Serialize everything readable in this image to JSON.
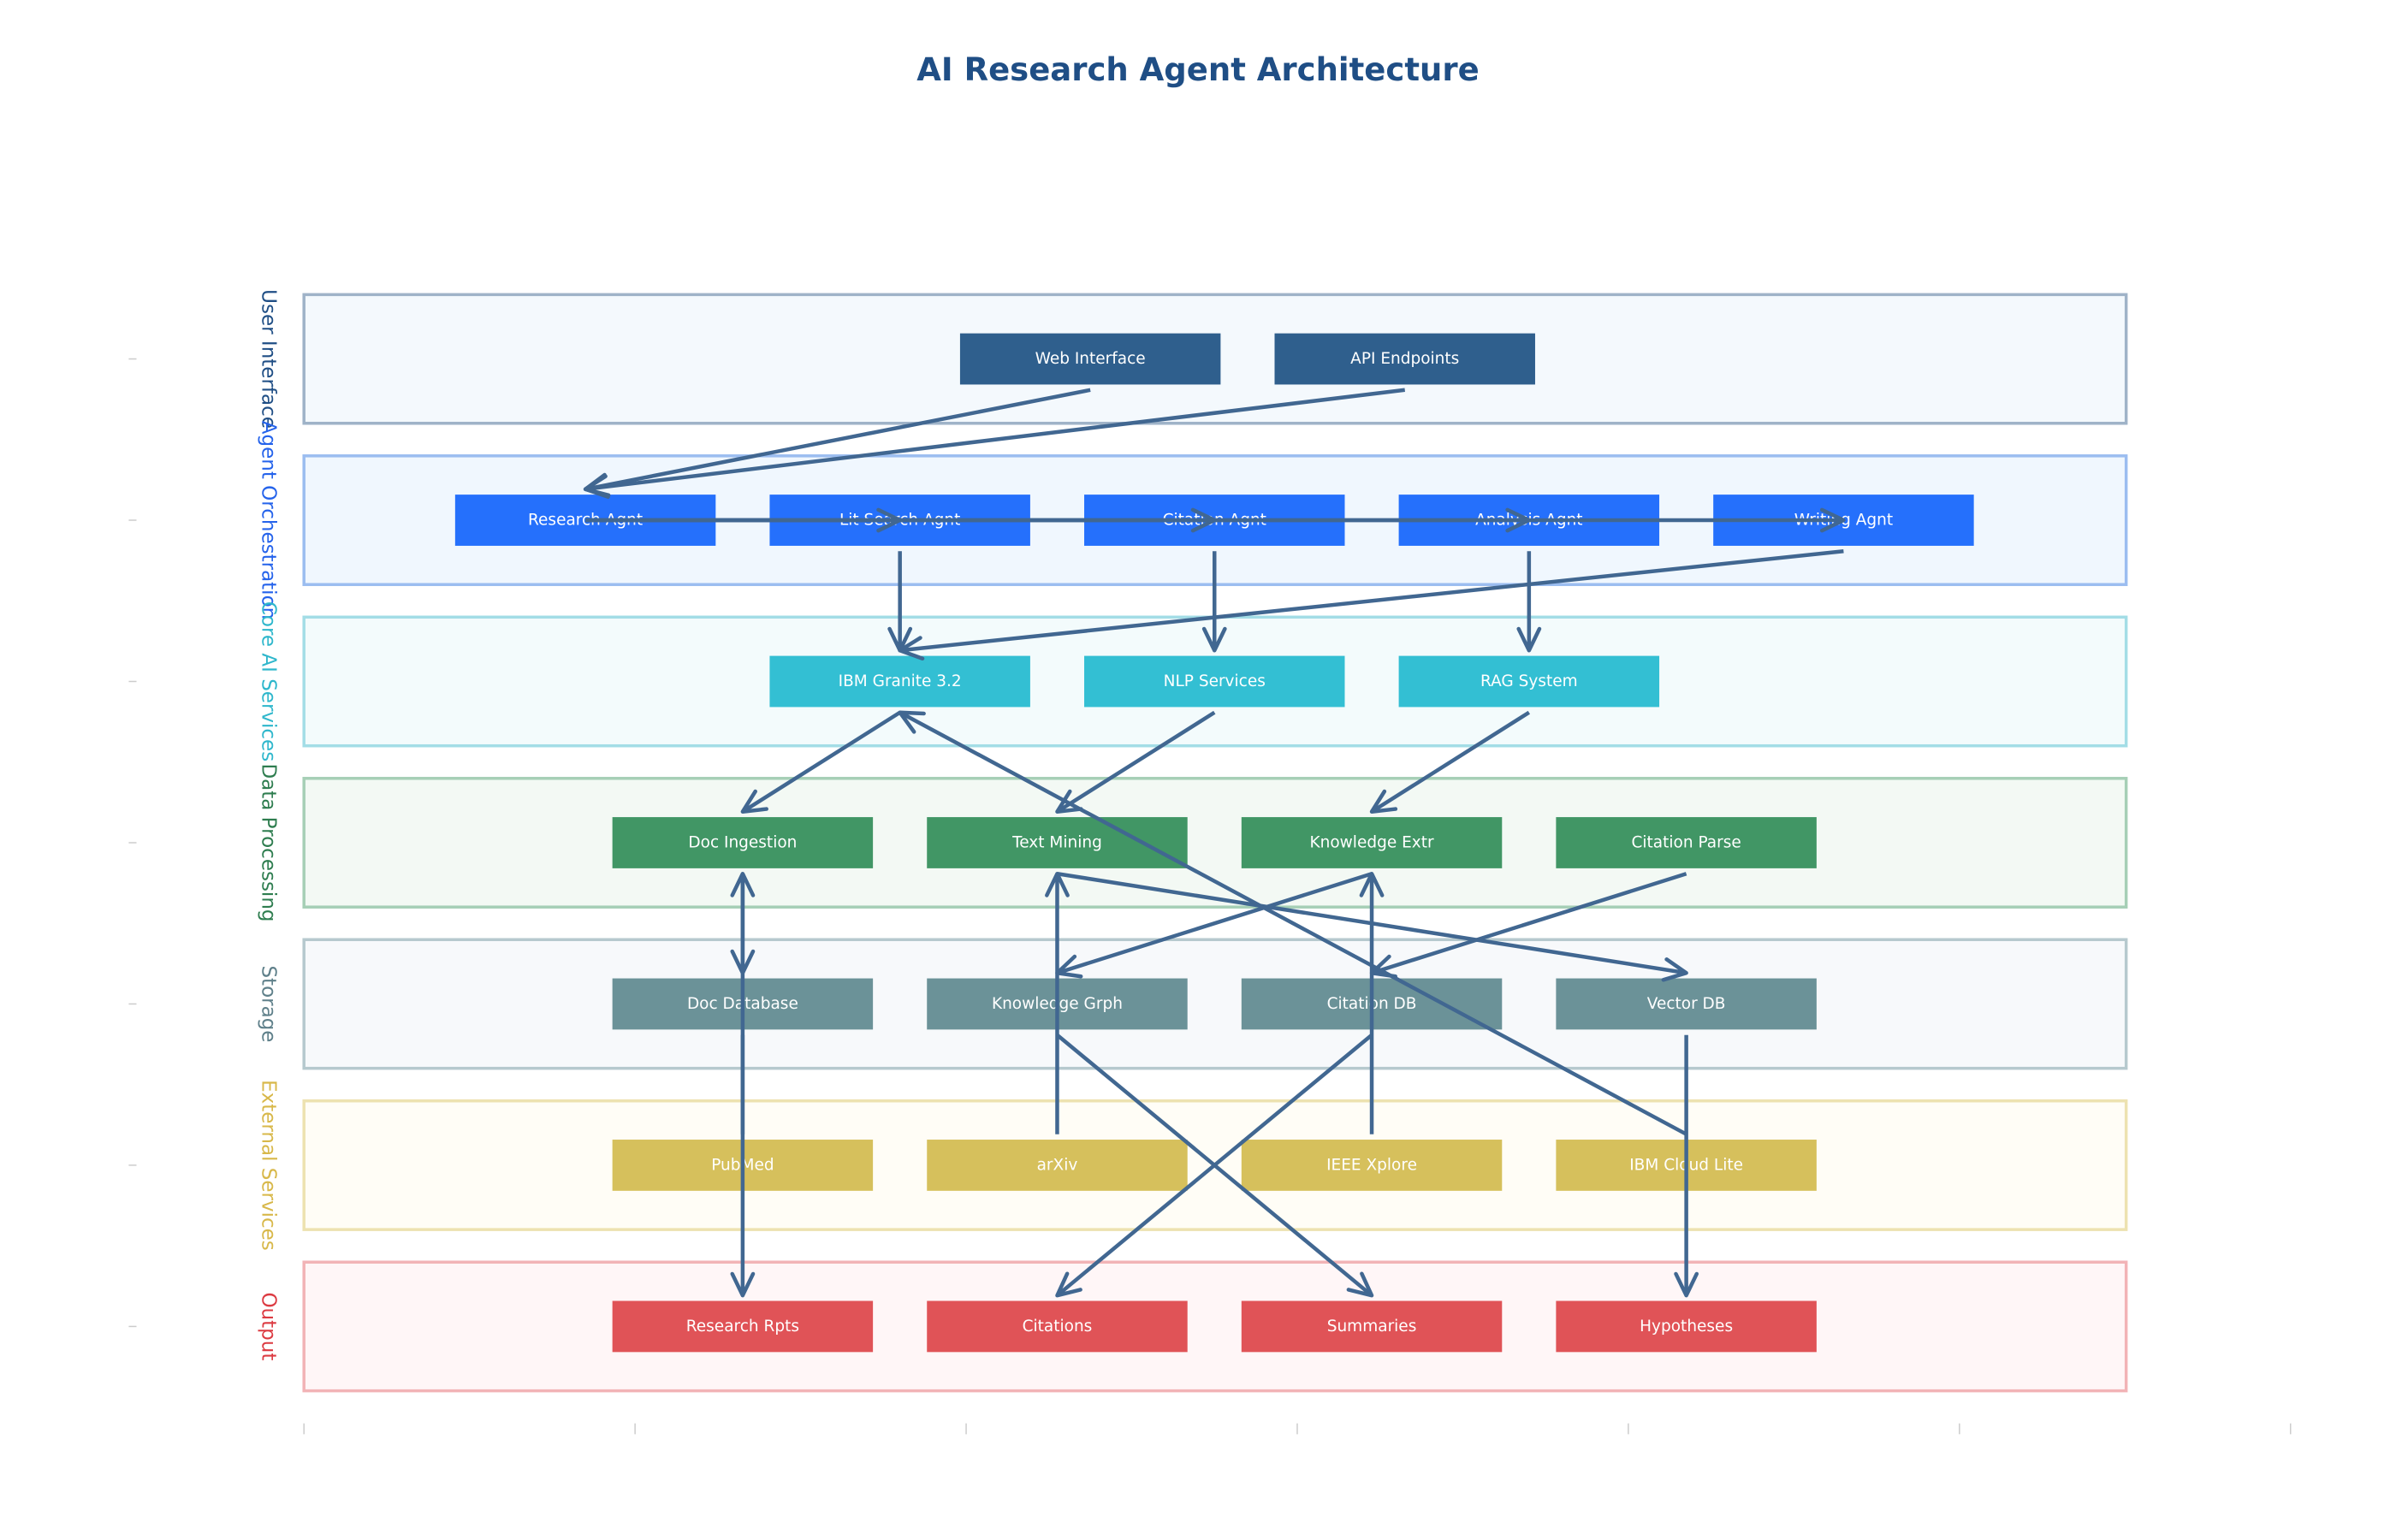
{
  "title": "AI Research Agent Architecture",
  "colors": {
    "title": "#1f4e85",
    "edge": "#416791"
  },
  "layers": [
    {
      "id": "ui",
      "label": "User Interface",
      "label_color": "#1f4e85",
      "border": "#9fb3c8",
      "fill": "#f4f9fd"
    },
    {
      "id": "orch",
      "label": "Agent Orchestration",
      "label_color": "#2563eb",
      "border": "#9bbdf0",
      "fill": "#f0f7fe"
    },
    {
      "id": "core",
      "label": "Core AI Services",
      "label_color": "#2fb7cc",
      "border": "#a3dde6",
      "fill": "#f3fbfc"
    },
    {
      "id": "proc",
      "label": "Data Processing",
      "label_color": "#2e7d4f",
      "border": "#a6cfb6",
      "fill": "#f3f9f4"
    },
    {
      "id": "store",
      "label": "Storage",
      "label_color": "#5f808a",
      "border": "#b6c9ce",
      "fill": "#f7f9fb"
    },
    {
      "id": "ext",
      "label": "External Services",
      "label_color": "#d8b84a",
      "border": "#ede2b0",
      "fill": "#fffdf6"
    },
    {
      "id": "out",
      "label": "Output",
      "label_color": "#dc3b42",
      "border": "#f2b3b6",
      "fill": "#fff6f7"
    }
  ],
  "nodes": [
    {
      "id": "web",
      "layer": 0,
      "col": 2.375,
      "label": "Web Interface",
      "color": "#2f5f8d"
    },
    {
      "id": "api",
      "layer": 0,
      "col": 3.325,
      "label": "API Endpoints",
      "color": "#2f5f8d"
    },
    {
      "id": "research",
      "layer": 1,
      "col": 0.85,
      "label": "Research Agnt",
      "color": "#2570fc"
    },
    {
      "id": "litsearch",
      "layer": 1,
      "col": 1.8,
      "label": "Lit Search Agnt",
      "color": "#2570fc"
    },
    {
      "id": "citation_agent",
      "layer": 1,
      "col": 2.75,
      "label": "Citation Agnt",
      "color": "#2570fc"
    },
    {
      "id": "analysis",
      "layer": 1,
      "col": 3.7,
      "label": "Analysis Agnt",
      "color": "#2570fc"
    },
    {
      "id": "writing",
      "layer": 1,
      "col": 4.65,
      "label": "Writing Agnt",
      "color": "#2570fc"
    },
    {
      "id": "granite",
      "layer": 2,
      "col": 1.8,
      "label": "IBM Granite 3.2",
      "color": "#33bfd3"
    },
    {
      "id": "nlp",
      "layer": 2,
      "col": 2.75,
      "label": "NLP Services",
      "color": "#33bfd3"
    },
    {
      "id": "rag",
      "layer": 2,
      "col": 3.7,
      "label": "RAG System",
      "color": "#33bfd3"
    },
    {
      "id": "ingestion",
      "layer": 3,
      "col": 1.325,
      "label": "Doc Ingestion",
      "color": "#419665"
    },
    {
      "id": "textmining",
      "layer": 3,
      "col": 2.275,
      "label": "Text Mining",
      "color": "#419665"
    },
    {
      "id": "knowextr",
      "layer": 3,
      "col": 3.225,
      "label": "Knowledge Extr",
      "color": "#419665"
    },
    {
      "id": "citeparse",
      "layer": 3,
      "col": 4.175,
      "label": "Citation Parse",
      "color": "#419665"
    },
    {
      "id": "docdb",
      "layer": 4,
      "col": 1.325,
      "label": "Doc Database",
      "color": "#6b9298"
    },
    {
      "id": "kgraph",
      "layer": 4,
      "col": 2.275,
      "label": "Knowledge Grph",
      "color": "#6b9298"
    },
    {
      "id": "citedb",
      "layer": 4,
      "col": 3.225,
      "label": "Citation DB",
      "color": "#6b9298"
    },
    {
      "id": "vectordb",
      "layer": 4,
      "col": 4.175,
      "label": "Vector DB",
      "color": "#6b9298"
    },
    {
      "id": "pubmed",
      "layer": 5,
      "col": 1.325,
      "label": "PubMed",
      "color": "#d6c05c"
    },
    {
      "id": "arxiv",
      "layer": 5,
      "col": 2.275,
      "label": "arXiv",
      "color": "#d6c05c"
    },
    {
      "id": "ieee",
      "layer": 5,
      "col": 3.225,
      "label": "IEEE Xplore",
      "color": "#d6c05c"
    },
    {
      "id": "ibmcloud",
      "layer": 5,
      "col": 4.175,
      "label": "IBM Cloud Lite",
      "color": "#d6c05c"
    },
    {
      "id": "reports",
      "layer": 6,
      "col": 1.325,
      "label": "Research Rpts",
      "color": "#e05357"
    },
    {
      "id": "citations",
      "layer": 6,
      "col": 2.275,
      "label": "Citations",
      "color": "#e05357"
    },
    {
      "id": "summaries",
      "layer": 6,
      "col": 3.225,
      "label": "Summaries",
      "color": "#e05357"
    },
    {
      "id": "hypotheses",
      "layer": 6,
      "col": 4.175,
      "label": "Hypotheses",
      "color": "#e05357"
    }
  ],
  "edges": [
    {
      "from": "web",
      "to": "research"
    },
    {
      "from": "api",
      "to": "research"
    },
    {
      "from": "research",
      "to": "litsearch"
    },
    {
      "from": "research",
      "to": "citation_agent"
    },
    {
      "from": "research",
      "to": "analysis"
    },
    {
      "from": "research",
      "to": "writing"
    },
    {
      "from": "litsearch",
      "to": "granite"
    },
    {
      "from": "citation_agent",
      "to": "nlp"
    },
    {
      "from": "analysis",
      "to": "rag"
    },
    {
      "from": "writing",
      "to": "granite"
    },
    {
      "from": "granite",
      "to": "ingestion"
    },
    {
      "from": "nlp",
      "to": "textmining"
    },
    {
      "from": "rag",
      "to": "knowextr"
    },
    {
      "from": "ingestion",
      "to": "docdb"
    },
    {
      "from": "textmining",
      "to": "vectordb"
    },
    {
      "from": "knowextr",
      "to": "kgraph"
    },
    {
      "from": "citeparse",
      "to": "citedb"
    },
    {
      "from": "pubmed",
      "to": "ingestion"
    },
    {
      "from": "arxiv",
      "to": "textmining"
    },
    {
      "from": "ieee",
      "to": "knowextr"
    },
    {
      "from": "ibmcloud",
      "to": "granite"
    },
    {
      "from": "docdb",
      "to": "reports"
    },
    {
      "from": "kgraph",
      "to": "summaries"
    },
    {
      "from": "citedb",
      "to": "citations"
    },
    {
      "from": "vectordb",
      "to": "hypotheses"
    }
  ]
}
